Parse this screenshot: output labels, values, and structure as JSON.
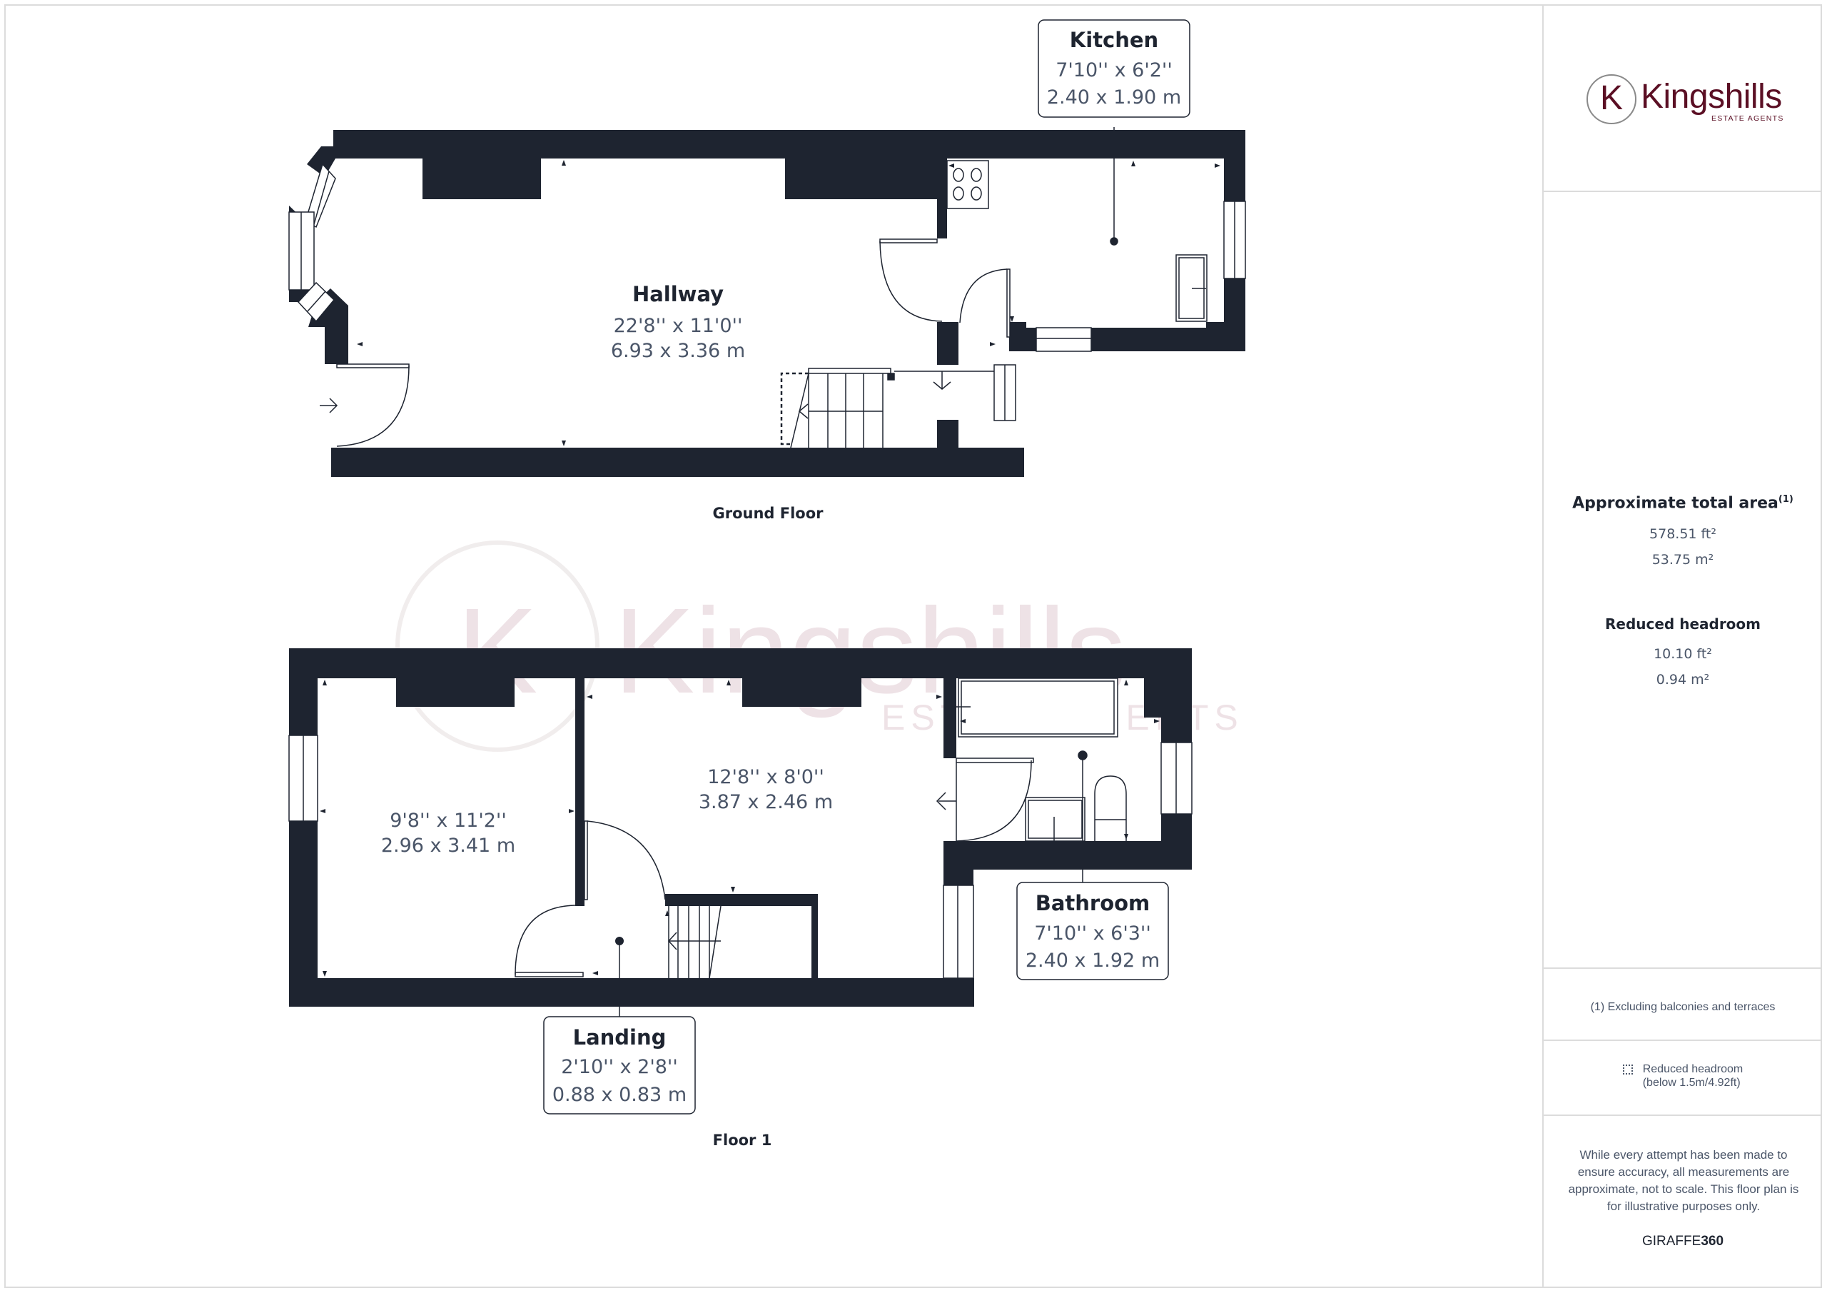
{
  "floors": [
    {
      "name": "Ground Floor",
      "rooms": [
        {
          "name": "Hallway",
          "imperial": "22'8'' x 11'0''",
          "metric": "6.93 x 3.36 m"
        },
        {
          "name": "Kitchen",
          "imperial": "7'10'' x 6'2''",
          "metric": "2.40 x 1.90 m"
        }
      ]
    },
    {
      "name": "Floor 1",
      "rooms": [
        {
          "name": "",
          "imperial": "9'8'' x 11'2''",
          "metric": "2.96 x 3.41 m"
        },
        {
          "name": "",
          "imperial": "12'8'' x 8'0''",
          "metric": "3.87 x 2.46 m"
        },
        {
          "name": "Bathroom",
          "imperial": "7'10'' x 6'3''",
          "metric": "2.40 x 1.92 m"
        },
        {
          "name": "Landing",
          "imperial": "2'10'' x 2'8''",
          "metric": "0.88 x 0.83 m"
        }
      ]
    }
  ],
  "watermark": {
    "name": "Kingshills",
    "sub": "ESTATE AGENTS",
    "initial": "K"
  },
  "panel": {
    "logo": {
      "initial": "K",
      "name": "Kingshills",
      "sub": "ESTATE AGENTS"
    },
    "total_area": {
      "title": "Approximate total area",
      "footnote_mark": "(1)",
      "ft2": "578.51 ft²",
      "m2": "53.75 m²"
    },
    "reduced_headroom": {
      "title": "Reduced headroom",
      "ft2": "10.10 ft²",
      "m2": "0.94 m²"
    },
    "footnote": "(1) Excluding balconies and terraces",
    "legend": {
      "line1": "Reduced headroom",
      "line2": "(below 1.5m/4.92ft)"
    },
    "disclaimer": "While every attempt has been made to ensure accuracy, all measurements are approximate, not to scale. This floor plan is for illustrative purposes only.",
    "brand": {
      "prefix": "GIRAFFE",
      "suffix": "360"
    }
  },
  "colors": {
    "wall": "#1e2430",
    "text_primary": "#1e2430",
    "text_secondary": "#4a5568",
    "brand": "#5b0f24",
    "watermark": "#ecdde2",
    "border": "#dcdcdc"
  }
}
